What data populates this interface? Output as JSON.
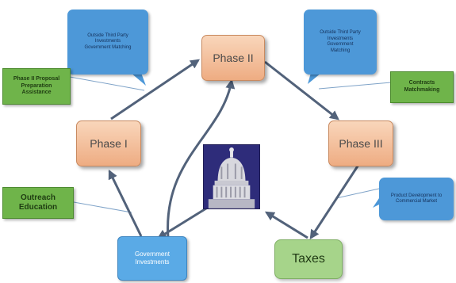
{
  "nodes": {
    "phase1": "Phase I",
    "phase2": "Phase II",
    "phase3": "Phase III",
    "taxes": "Taxes",
    "government_investments": "Government Investments",
    "phase2_proposal": "Phase II Proposal Preparation Assistance",
    "contracts_matchmaking": "Contracts Matchmaking",
    "outreach_education": "Outreach Education",
    "product_development": "Product Development to Commercial Market",
    "outside_left": "Outside Third Party Investments Government Matching",
    "outside_right": "Outside Third Party Investments Government Matching"
  },
  "colors": {
    "phase": "#eeac82",
    "green": "#6fb44a",
    "bubble": "#4d98d8",
    "blue_box": "#5aaae6",
    "taxes": "#a6d48a",
    "capitol": "#2e2c7a",
    "arrow": "#52627a"
  },
  "icons": {
    "center": "capitol-dome-icon"
  }
}
